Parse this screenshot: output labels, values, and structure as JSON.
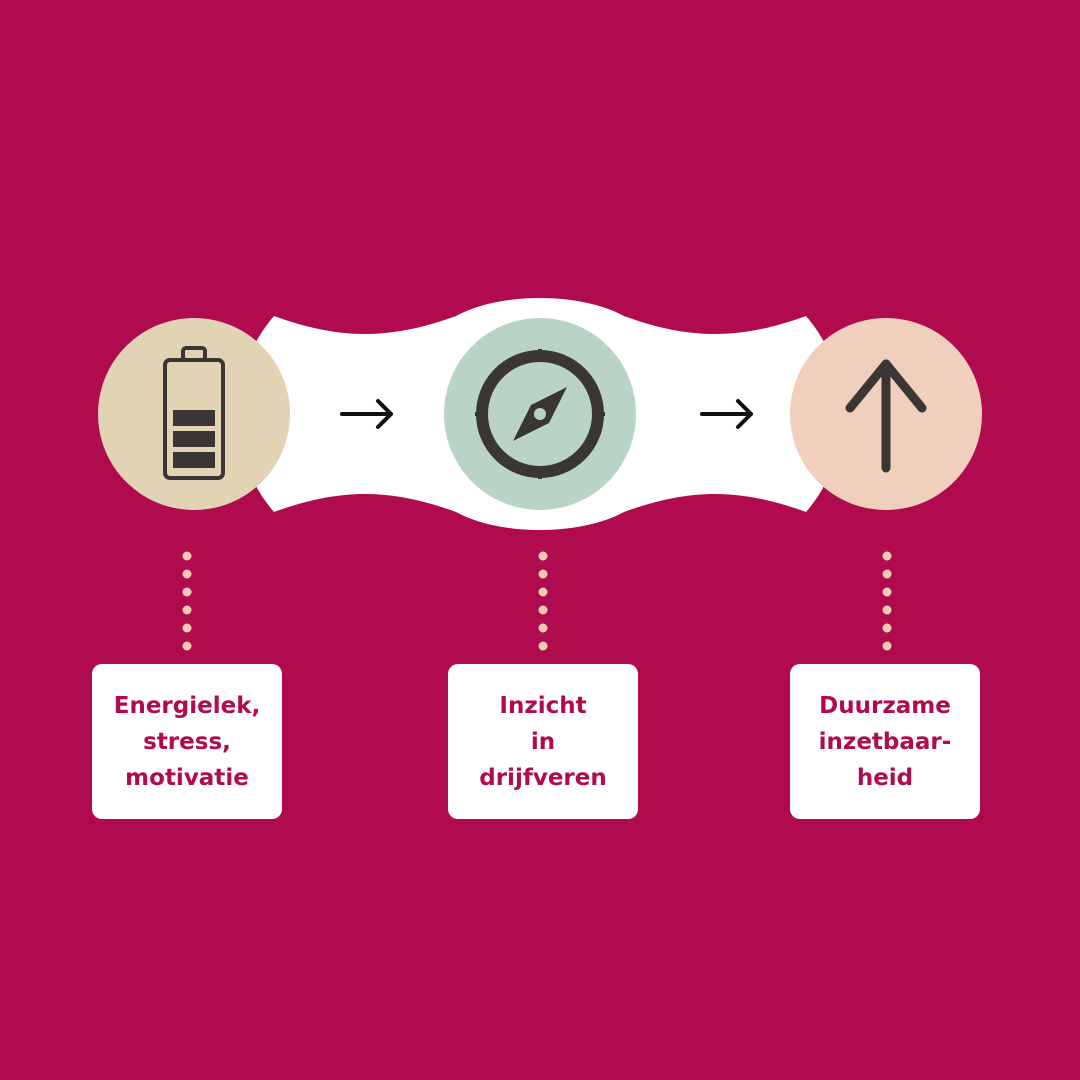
{
  "colors": {
    "background": "#b00b4f",
    "ribbon": "#ffffff",
    "icon_ink": "#3a3633",
    "dots": "#f0cbb3",
    "label_text": "#b00b4f"
  },
  "steps": [
    {
      "icon": "battery-icon",
      "circle_color": "#e1d3b4",
      "label_lines": [
        "Energielek,",
        "stress,",
        "motivatie"
      ]
    },
    {
      "icon": "compass-icon",
      "circle_color": "#b9d4c6",
      "label_lines": [
        "Inzicht",
        "in",
        "drijfveren"
      ]
    },
    {
      "icon": "arrow-up-icon",
      "circle_color": "#f0d0bc",
      "label_lines": [
        "Duurzame",
        "inzetbaar-",
        "heid"
      ]
    }
  ],
  "connectors": [
    "arrow-right-icon",
    "arrow-right-icon"
  ]
}
